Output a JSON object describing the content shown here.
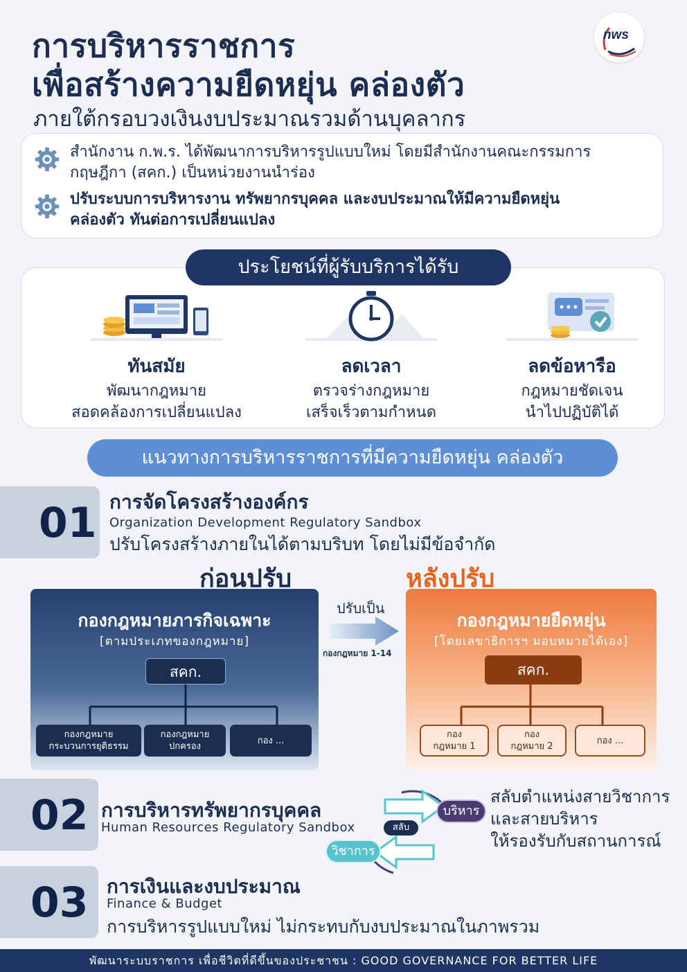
{
  "header": {
    "title_line1": "การบริหารราชการ",
    "title_line2": "เพื่อสร้างความยืดหยุ่น คล่องตัว",
    "subtitle": "ภายใต้กรอบวงเงินงบประมาณรวมด้านบุคลากร",
    "logo_text": "nws"
  },
  "intro": {
    "item1_line1": "สำนักงาน ก.พ.ร. ได้พัฒนาการบริหารรูปแบบใหม่ โดยมีสำนักงานคณะกรรมการ",
    "item1_line2": "กฤษฎีกา (สคก.) เป็นหน่วยงานนำร่อง",
    "item2_line1": "ปรับระบบการบริหารงาน ทรัพยากรบุคคล และงบประมาณให้มีความยืดหยุ่น",
    "item2_line2": "คล่องตัว ทันต่อการเปลี่ยนแปลง"
  },
  "benefits": {
    "heading": "ประโยชน์ที่ผู้รับบริการได้รับ",
    "items": [
      {
        "title": "ทันสมัย",
        "line1": "พัฒนากฎหมาย",
        "line2": "สอดคล้องการเปลี่ยนแปลง"
      },
      {
        "title": "ลดเวลา",
        "line1": "ตรวจร่างกฎหมาย",
        "line2": "เสร็จเร็วตามกำหนด"
      },
      {
        "title": "ลดข้อหารือ",
        "line1": "กฎหมายชัดเจน",
        "line2": "นำไปปฏิบัติได้"
      }
    ]
  },
  "guidelines_heading": "แนวทางการบริหารราชการที่มีความยืดหยุ่น คล่องตัว",
  "section1": {
    "number": "01",
    "title": "การจัดโครงสร้างองค์กร",
    "subtitle_en": "Organization Development Regulatory Sandbox",
    "description": "ปรับโครงสร้างภายในได้ตามบริบท โดยไม่มีข้อจำกัด",
    "before_label": "ก่อนปรับ",
    "after_label": "หลังปรับ",
    "transition_label": "ปรับเป็น",
    "transition_sub": "กองกฎหมาย 1-14",
    "before": {
      "title": "กองกฎหมายภารกิจเฉพาะ",
      "subtitle": "[ตามประเภทของกฎหมาย]",
      "top": "สคก.",
      "children": [
        {
          "line1": "กองกฎหมาย",
          "line2": "กระบวนการยุติธรรม"
        },
        {
          "line1": "กองกฎหมาย",
          "line2": "ปกครอง"
        },
        {
          "line1": "กอง ...",
          "line2": ""
        }
      ]
    },
    "after": {
      "title": "กองกฎหมายยืดหยุ่น",
      "subtitle": "[โดยเลขาธิการฯ มอบหมายได้เอง]",
      "top": "สคก.",
      "children": [
        {
          "line1": "กอง",
          "line2": "กฎหมาย 1"
        },
        {
          "line1": "กอง",
          "line2": "กฎหมาย 2"
        },
        {
          "line1": "กอง ...",
          "line2": ""
        }
      ]
    }
  },
  "section2": {
    "number": "02",
    "title": "การบริหารทรัพยากรบุคคล",
    "subtitle_en": "Human Resources Regulatory Sandbox",
    "tag_admin": "บริหาร",
    "tag_swap": "สลับ",
    "tag_academic": "วิชาการ",
    "desc_line1": "สลับตำแหน่งสายวิชาการ",
    "desc_line2": "และสายบริหาร",
    "desc_line3": "ให้รองรับกับสถานการณ์"
  },
  "section3": {
    "number": "03",
    "title": "การเงินและงบประมาณ",
    "subtitle_en": "Finance & Budget",
    "description": "การบริหารรูปแบบใหม่ ไม่กระทบกับงบประมาณในภาพรวม"
  },
  "footer": "พัฒนาระบบราชการ เพื่อชีวิตที่ดีขึ้นของประชาชน : GOOD GOVERNANCE FOR BETTER LIFE",
  "colors": {
    "navy": "#1f3563",
    "accent_blue": "#5e8fd4",
    "orange": "#e8621e"
  },
  "icons": [
    "gear-icon",
    "computer-coins-icon",
    "stopwatch-icon",
    "chat-check-icon",
    "swap-arrows-icon",
    "arrow-right-icon"
  ]
}
